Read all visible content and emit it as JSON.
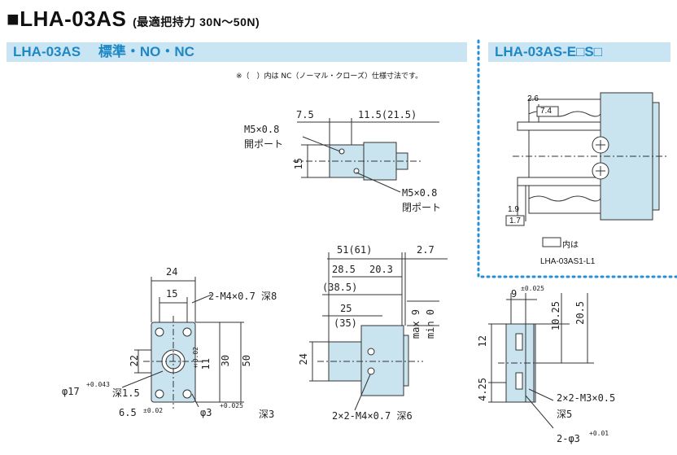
{
  "header": {
    "title_main": "■LHA-03AS",
    "title_sub": "(最適把持力 30N〜50N)"
  },
  "bands": {
    "standard": "LHA-03AS　 標準・NO・NC",
    "option": "LHA-03AS-E□S□"
  },
  "note": "※（　）内は NC（ノーマル・クローズ）仕様寸法です。",
  "top_view": {
    "dim_left": "7.5",
    "dim_right": "11.5(21.5)",
    "port_top": "M5×0.8",
    "port_top_label": "開ポート",
    "dim_15": "15",
    "port_bottom": "M5×0.8",
    "port_bottom_label": "閉ポート"
  },
  "option_view": {
    "dim_26": "2.6",
    "dim_74": "7.4",
    "dim_19": "1.9",
    "dim_17": "1.7",
    "legend_suffix": "内は",
    "legend_model": "LHA-03AS1-L1"
  },
  "front_view": {
    "dim_24": "24",
    "dim_15": "15",
    "tap_note": "2-M4×0.7 深8",
    "dim_22": "22",
    "dim_11": "11",
    "dim_11_tol": "±0.02",
    "dim_30": "30",
    "dim_50": "50",
    "bore": "φ17",
    "bore_tol": "+0.043",
    "bore_depth": "深1.5",
    "dim_65": "6.5",
    "dim_65_tol": "±0.02",
    "pin": "φ3",
    "pin_tol": "+0.025",
    "pin_depth": "深3"
  },
  "side_view": {
    "dim_51": "51(61)",
    "dim_27": "2.7",
    "dim_285": "28.5",
    "dim_203": "20.3",
    "dim_385": "(38.5)",
    "dim_25": "25",
    "dim_35": "(35)",
    "max9": "max 9",
    "min0": "min 0",
    "dim_24": "24",
    "tap_note": "2×2-M4×0.7 深6"
  },
  "end_view": {
    "dim_9": "9",
    "dim_9_tol": "±0.025",
    "dim_1025": "10.25",
    "dim_205": "20.5",
    "dim_12": "12",
    "dim_425": "4.25",
    "tap_note": "2×2-M3×0.5",
    "tap_depth": "深5",
    "pin_note": "2-φ3",
    "pin_tol": "+0.01"
  }
}
